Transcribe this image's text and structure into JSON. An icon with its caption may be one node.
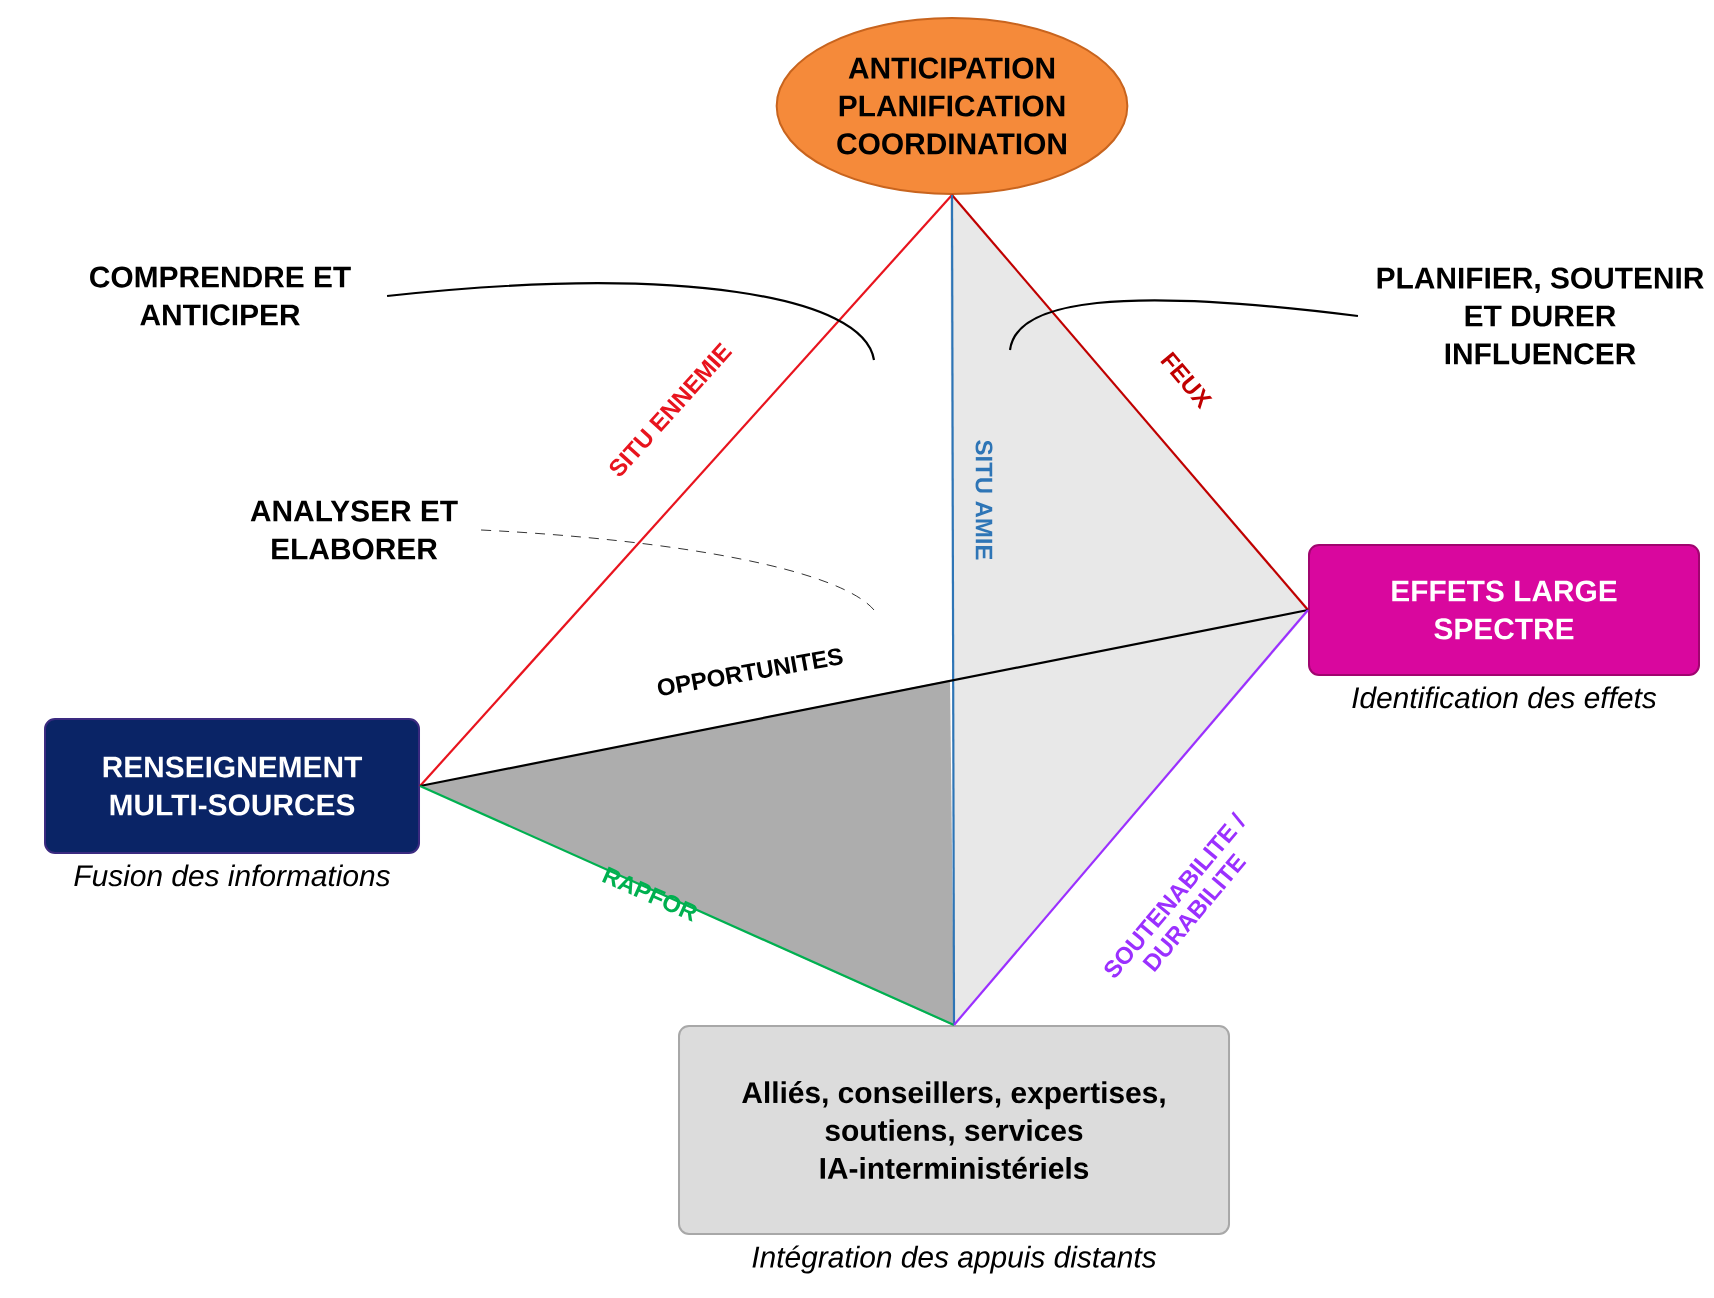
{
  "diagram": {
    "nodes": [
      {
        "text": [
          "ANTICIPATION PLANIFICATION COORDINATION"
        ]
      },
      {
        "text": [
          "RENSEIGNEMENT MULTI-SOURCES"
        ],
        "beside": [
          "Fusion des informations"
        ]
      },
      {
        "text": [
          "EFFETS LARGE SPECTRE"
        ],
        "beside": [
          "Identification des effets"
        ]
      },
      {
        "text": [
          "Alliés, conseillers, expertises, soutiens, services IA-interministériels"
        ],
        "beside": [
          "Intégration des appuis distants"
        ]
      },
      {
        "text": [
          "COMPRENDRE ET ANTICIPER"
        ]
      },
      {
        "text": [
          "PLANIFIER, SOUTENIR ET DURER INFLUENCER"
        ]
      },
      {
        "text": [
          "ANALYSER ET ELABORER"
        ]
      }
    ],
    "edges": [
      {
        "from": 0,
        "to": 1,
        "arrow": "none",
        "label": "SITU ENNEMIE",
        "color": "#e8141e"
      },
      {
        "from": 0,
        "to": 2,
        "arrow": "none",
        "label": "FEUX",
        "color": "#c00000"
      },
      {
        "from": 0,
        "to": 3,
        "arrow": "none",
        "label": "SITU AMIE",
        "color": "#2e75b6"
      },
      {
        "from": 1,
        "to": 2,
        "arrow": "none",
        "label": "OPPORTUNITES",
        "color": "#000000"
      },
      {
        "from": 1,
        "to": 3,
        "arrow": "none",
        "label": "RAPFOR",
        "color": "#00b050"
      },
      {
        "from": 2,
        "to": 3,
        "arrow": "none",
        "label": "SOUTENABILITE / DURABILITE",
        "color": "#9b30ff"
      },
      {
        "from": 4,
        "to": null,
        "arrow": "none"
      },
      {
        "from": 5,
        "to": null,
        "arrow": "none"
      },
      {
        "from": 6,
        "to": null,
        "arrow": "none",
        "style": "dashed"
      }
    ]
  }
}
